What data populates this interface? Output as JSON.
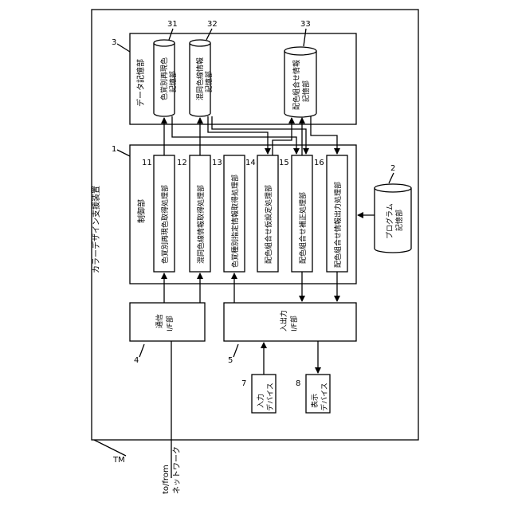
{
  "diagram": {
    "ref_tm": "TM",
    "apparatus_label": "カラーデザイン支援装置",
    "network_label_line1": "to/from",
    "network_label_line2": "ネットワーク",
    "storage": {
      "ref": "3",
      "label": "データ記憶部",
      "units": [
        {
          "ref": "31",
          "line1": "色覚別再現色",
          "line2": "記憶部"
        },
        {
          "ref": "32",
          "line1": "混同色線情報",
          "line2": "記憶部"
        },
        {
          "ref": "33",
          "line1": "配色組合せ情報",
          "line2": "記憶部"
        }
      ]
    },
    "control": {
      "ref": "1",
      "label": "制御部",
      "units": [
        {
          "ref": "11",
          "label": "色覚別再現色取得処理部"
        },
        {
          "ref": "12",
          "label": "混同色線情報取得処理部"
        },
        {
          "ref": "13",
          "label": "色覚種別指定情報取得処理部"
        },
        {
          "ref": "14",
          "label": "配色組合せ仮設定処理部"
        },
        {
          "ref": "15",
          "label": "配色組合せ補正処理部"
        },
        {
          "ref": "16",
          "label": "配色組合せ情報出力処理部"
        }
      ]
    },
    "program": {
      "ref": "2",
      "line1": "プログラム",
      "line2": "記憶部"
    },
    "comm": {
      "ref": "4",
      "line1": "通信",
      "line2": "I/F部"
    },
    "io": {
      "ref": "5",
      "line1": "入出力",
      "line2": "I/F部"
    },
    "input_device": {
      "ref": "7",
      "line1": "入力",
      "line2": "デバイス"
    },
    "display_device": {
      "ref": "8",
      "line1": "表示",
      "line2": "デバイス"
    }
  }
}
